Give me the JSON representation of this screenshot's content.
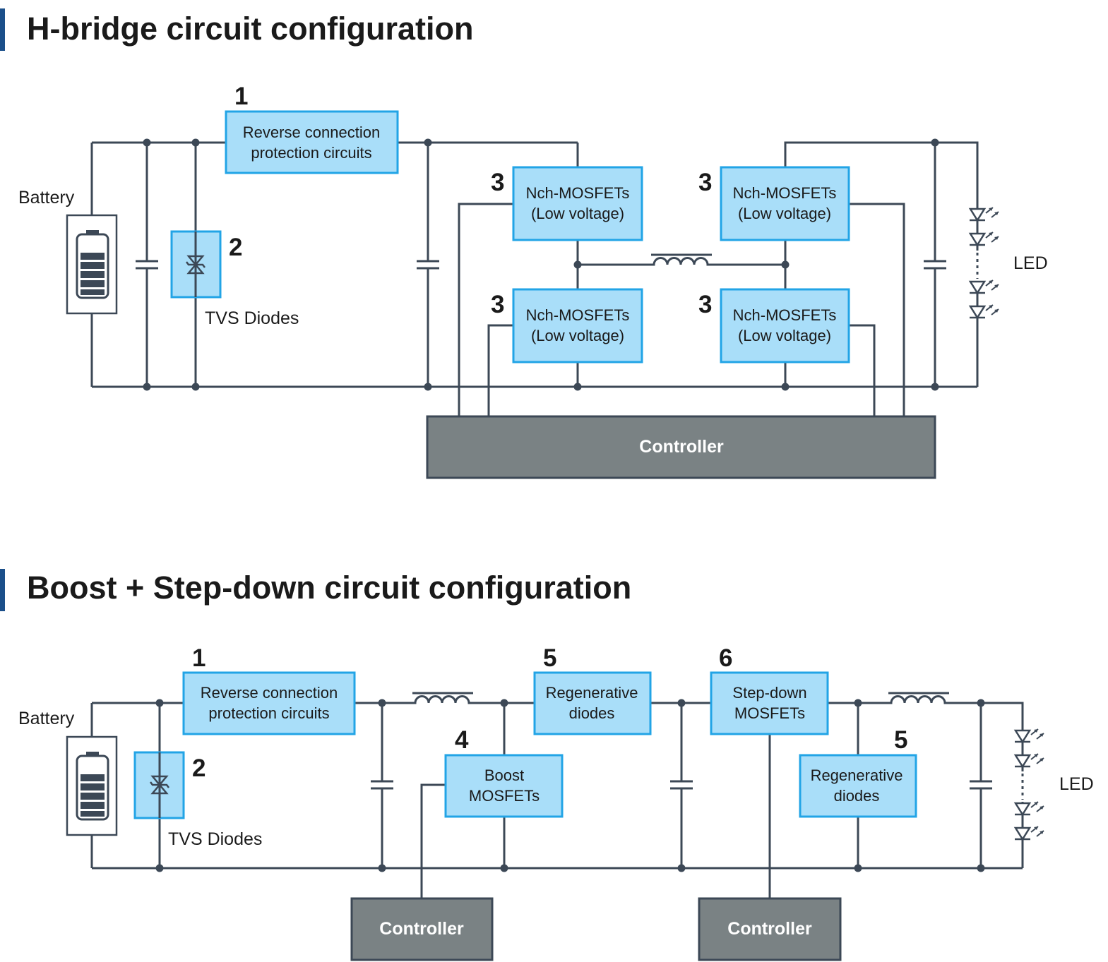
{
  "hbridge": {
    "title": "H-bridge circuit configuration",
    "battery_label": "Battery",
    "tvs_label": "TVS Diodes",
    "led_label": "LED",
    "reverse_block": {
      "num": "1",
      "line1": "Reverse connection",
      "line2": "protection circuits"
    },
    "tvs_num": "2",
    "mosfet_tl": {
      "num": "3",
      "line1": "Nch-MOSFETs",
      "line2": "(Low voltage)"
    },
    "mosfet_tr": {
      "num": "3",
      "line1": "Nch-MOSFETs",
      "line2": "(Low voltage)"
    },
    "mosfet_bl": {
      "num": "3",
      "line1": "Nch-MOSFETs",
      "line2": "(Low voltage)"
    },
    "mosfet_br": {
      "num": "3",
      "line1": "Nch-MOSFETs",
      "line2": "(Low voltage)"
    },
    "controller": "Controller"
  },
  "boost": {
    "title": "Boost + Step-down circuit configuration",
    "battery_label": "Battery",
    "tvs_label": "TVS Diodes",
    "led_label": "LED",
    "reverse_block": {
      "num": "1",
      "line1": "Reverse connection",
      "line2": "protection circuits"
    },
    "tvs_num": "2",
    "boost_block": {
      "num": "4",
      "line1": "Boost",
      "line2": "MOSFETs"
    },
    "regen_block_1": {
      "num": "5",
      "line1": "Regenerative",
      "line2": "diodes"
    },
    "stepdown_block": {
      "num": "6",
      "line1": "Step-down",
      "line2": "MOSFETs"
    },
    "regen_block_2": {
      "num": "5",
      "line1": "Regenerative",
      "line2": "diodes"
    },
    "controller_1": "Controller",
    "controller_2": "Controller"
  },
  "colors": {
    "accent_bar": "#1b4f8a",
    "block_fill": "#a9def9",
    "block_border": "#22a4e6",
    "controller_fill": "#7a8284",
    "wire": "#3c4856"
  }
}
